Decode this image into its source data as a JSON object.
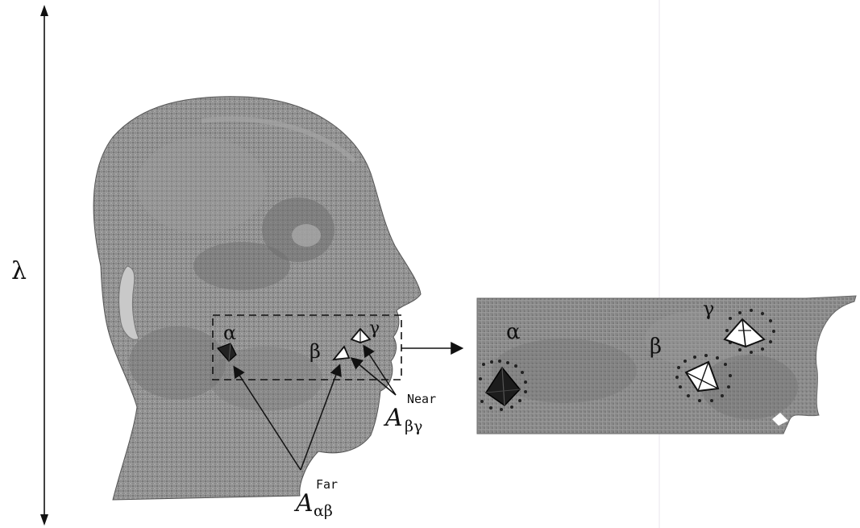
{
  "labels": {
    "lambda": "λ",
    "alpha": "α",
    "beta": "β",
    "gamma": "γ",
    "far": {
      "base": "A",
      "sup": "Far",
      "sub": "αβ"
    },
    "near": {
      "base": "A",
      "sup": "Near",
      "sub": "βγ"
    }
  },
  "colors": {
    "head_fill": "#8a8a8a",
    "head_light": "#a9a9a9",
    "head_dark": "#5f5f5f",
    "line": "#111111",
    "background": "#ffffff"
  }
}
